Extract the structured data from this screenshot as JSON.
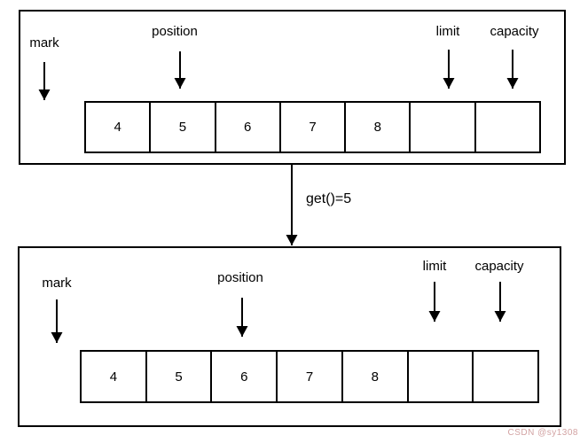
{
  "before": {
    "labels": {
      "mark": "mark",
      "position": "position",
      "limit": "limit",
      "capacity": "capacity"
    },
    "cells": [
      "4",
      "5",
      "6",
      "7",
      "8",
      "",
      ""
    ]
  },
  "after": {
    "labels": {
      "mark": "mark",
      "position": "position",
      "limit": "limit",
      "capacity": "capacity"
    },
    "cells": [
      "4",
      "5",
      "6",
      "7",
      "8",
      "",
      ""
    ]
  },
  "transition": {
    "label": "get()=5"
  },
  "watermark": "CSDN @sy1308",
  "colors": {
    "line": "#000000",
    "background": "#ffffff",
    "watermark": "#d2a2a2"
  }
}
